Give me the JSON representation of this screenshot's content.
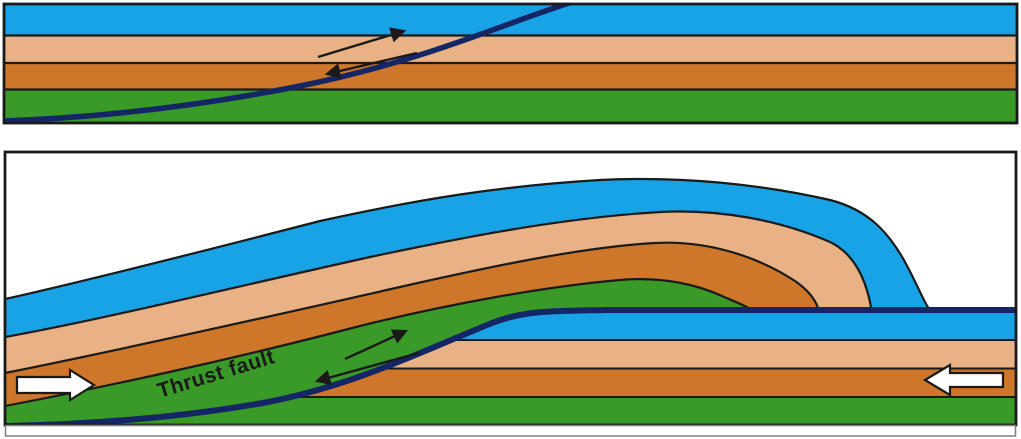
{
  "figure": {
    "type": "geological-cross-section",
    "labels": {
      "thrust_fault": "Thrust fault"
    },
    "colors": {
      "layer_blue": "#18A3E6",
      "layer_tan": "#E9B285",
      "layer_orange": "#CE772A",
      "layer_green": "#3A9A28",
      "fault": "#152667",
      "outline": "#1A1A1A",
      "background": "#FFFFFF",
      "shadow_edge": "#7F7F7F",
      "block_arrow_fill": "#FFFFFF",
      "label_text": "#1A1A1A"
    },
    "icons": {
      "shear_arrow_up_right": "black half-arrow pointing up-right along fault",
      "shear_arrow_down_left": "black half-arrow pointing down-left along fault",
      "compression_arrow_right": "white block arrow pointing right",
      "compression_arrow_left": "white block arrow pointing left"
    }
  }
}
